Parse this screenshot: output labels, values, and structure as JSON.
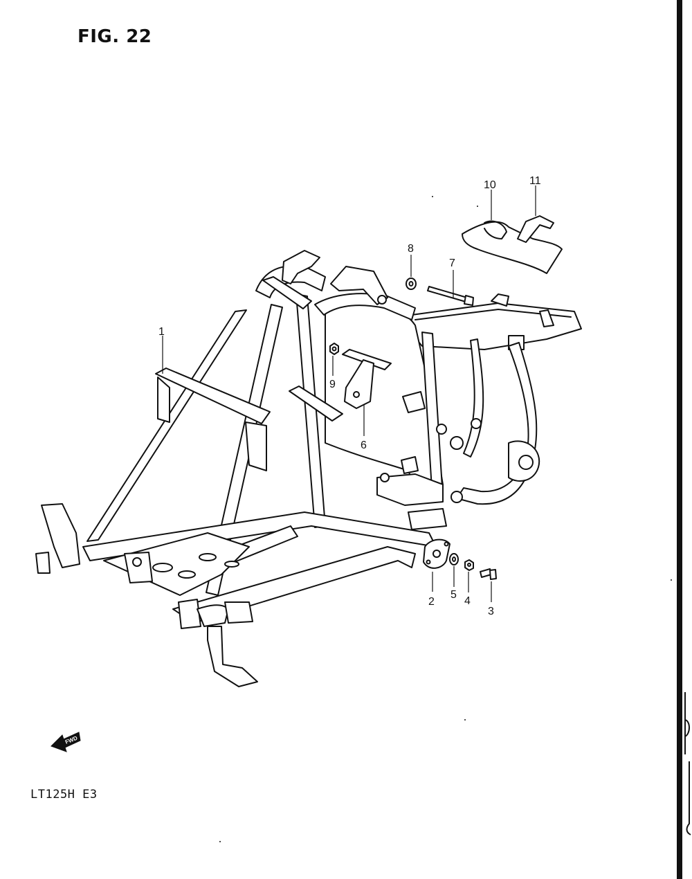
{
  "figure": {
    "title": "FIG. 22",
    "model_code": "LT125H  E3"
  },
  "fwd_badge": {
    "label": "FWD",
    "icon": "forward-arrow-icon"
  },
  "callouts": [
    {
      "id": "1",
      "label": "1"
    },
    {
      "id": "2",
      "label": "2"
    },
    {
      "id": "3",
      "label": "3"
    },
    {
      "id": "4",
      "label": "4"
    },
    {
      "id": "5",
      "label": "5"
    },
    {
      "id": "6",
      "label": "6"
    },
    {
      "id": "7",
      "label": "7"
    },
    {
      "id": "8",
      "label": "8"
    },
    {
      "id": "9",
      "label": "9"
    },
    {
      "id": "10",
      "label": "10"
    },
    {
      "id": "11",
      "label": "11"
    }
  ],
  "colors": {
    "ink": "#111111",
    "paper": "#ffffff"
  }
}
